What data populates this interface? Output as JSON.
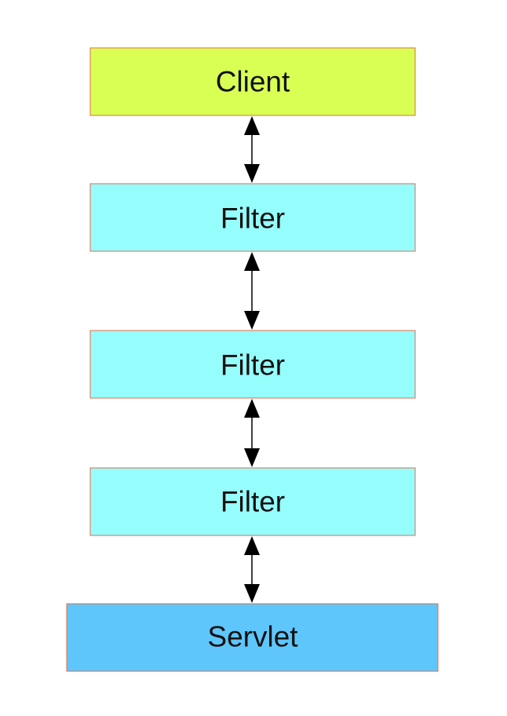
{
  "diagram": {
    "nodes": [
      {
        "id": "client",
        "label": "Client",
        "color": "#d9ff55"
      },
      {
        "id": "filter-1",
        "label": "Filter",
        "color": "#96fdfd"
      },
      {
        "id": "filter-2",
        "label": "Filter",
        "color": "#96fdfd"
      },
      {
        "id": "filter-3",
        "label": "Filter",
        "color": "#96fdfd"
      },
      {
        "id": "servlet",
        "label": "Servlet",
        "color": "#5ec6fa"
      }
    ],
    "edges": [
      {
        "from": "client",
        "to": "filter-1",
        "direction": "bidirectional"
      },
      {
        "from": "filter-1",
        "to": "filter-2",
        "direction": "bidirectional"
      },
      {
        "from": "filter-2",
        "to": "filter-3",
        "direction": "bidirectional"
      },
      {
        "from": "filter-3",
        "to": "servlet",
        "direction": "bidirectional"
      }
    ],
    "border_color": "#e8694a",
    "arrow_color": "#000000"
  }
}
